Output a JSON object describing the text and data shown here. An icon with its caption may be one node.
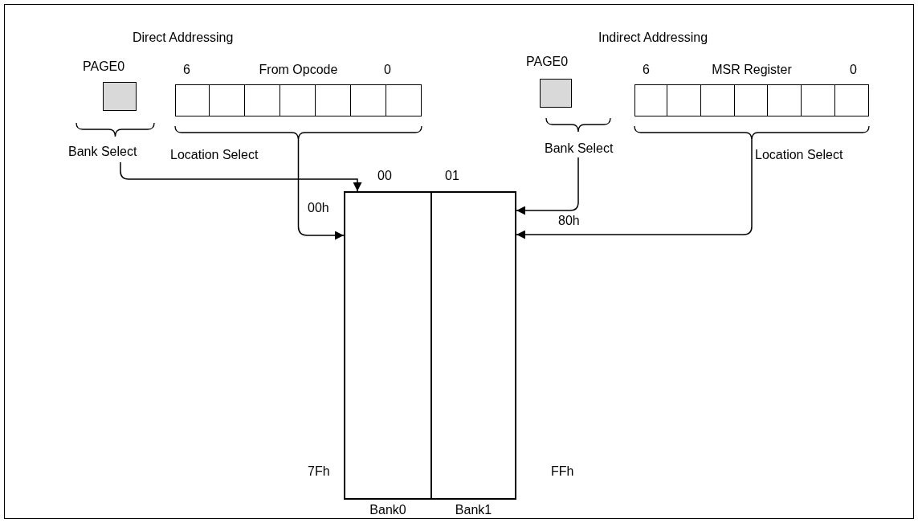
{
  "diagram": {
    "nodes": [
      {
        "text": [
          "PAGE0"
        ],
        "beside": [
          "Bank Select"
        ]
      },
      {
        "text": [
          "6",
          "From Opcode",
          "0"
        ],
        "beside": [
          "Location Select"
        ]
      },
      {
        "text": [
          "PAGE0"
        ],
        "beside": [
          "Bank Select"
        ]
      },
      {
        "text": [
          "6",
          "MSR Register",
          "0"
        ],
        "beside": [
          "Location Select"
        ]
      },
      {
        "text": [
          "Bank0"
        ],
        "beside": [
          "00",
          "00h",
          "7Fh"
        ]
      },
      {
        "text": [
          "Bank1"
        ],
        "beside": [
          "01",
          "80h",
          "FFh"
        ]
      }
    ],
    "edges": [
      {
        "from": 0,
        "to": 4,
        "arrow": "to"
      },
      {
        "from": 1,
        "to": 4,
        "arrow": "to"
      },
      {
        "from": 2,
        "to": 5,
        "arrow": "to"
      },
      {
        "from": 3,
        "to": 5,
        "arrow": "to"
      }
    ],
    "labels": [
      "Direct Addressing",
      "Indirect Addressing"
    ]
  }
}
